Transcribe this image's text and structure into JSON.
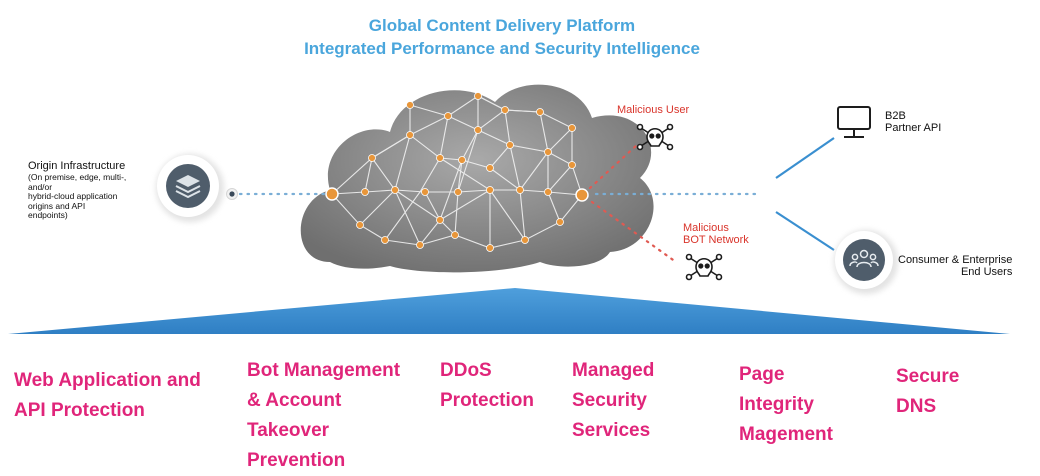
{
  "header": {
    "title": "Global Content Delivery Platform",
    "subtitle": "Integrated Performance and Security Intelligence"
  },
  "origin": {
    "title": "Origin Infrastructure",
    "details": [
      "(On premise, edge, multi-,",
      "and/or",
      "hybrid-cloud application",
      "origins and API",
      "endpoints)"
    ]
  },
  "threats": {
    "malicious_user": "Malicious User",
    "bot_network": [
      "Malicious",
      "BOT Network"
    ]
  },
  "endpoints": {
    "b2b": [
      "B2B",
      "Partner API"
    ],
    "consumer": [
      "Consumer & Enterprise",
      "End Users"
    ]
  },
  "services": [
    {
      "lines": [
        "Web Application and",
        "API Protection"
      ]
    },
    {
      "lines": [
        "Bot Management",
        "& Account",
        "Takeover",
        "Prevention"
      ]
    },
    {
      "lines": [
        "DDoS",
        "Protection"
      ]
    },
    {
      "lines": [
        "Managed",
        "Security",
        "Services"
      ]
    },
    {
      "lines": [
        "Page",
        "Integrity",
        "Magement"
      ]
    },
    {
      "lines": [
        "Secure",
        "DNS"
      ]
    }
  ],
  "colors": {
    "title": "#4aa6dc",
    "service_text": "#e0257a",
    "threat_text": "#d9342b",
    "node": "#e8963a",
    "band": "#3a8fd0"
  },
  "icons": {
    "origin": "layers-stack-icon",
    "threat": "skull-crossbones-icon",
    "b2b": "monitor-icon",
    "consumer": "users-group-icon"
  }
}
